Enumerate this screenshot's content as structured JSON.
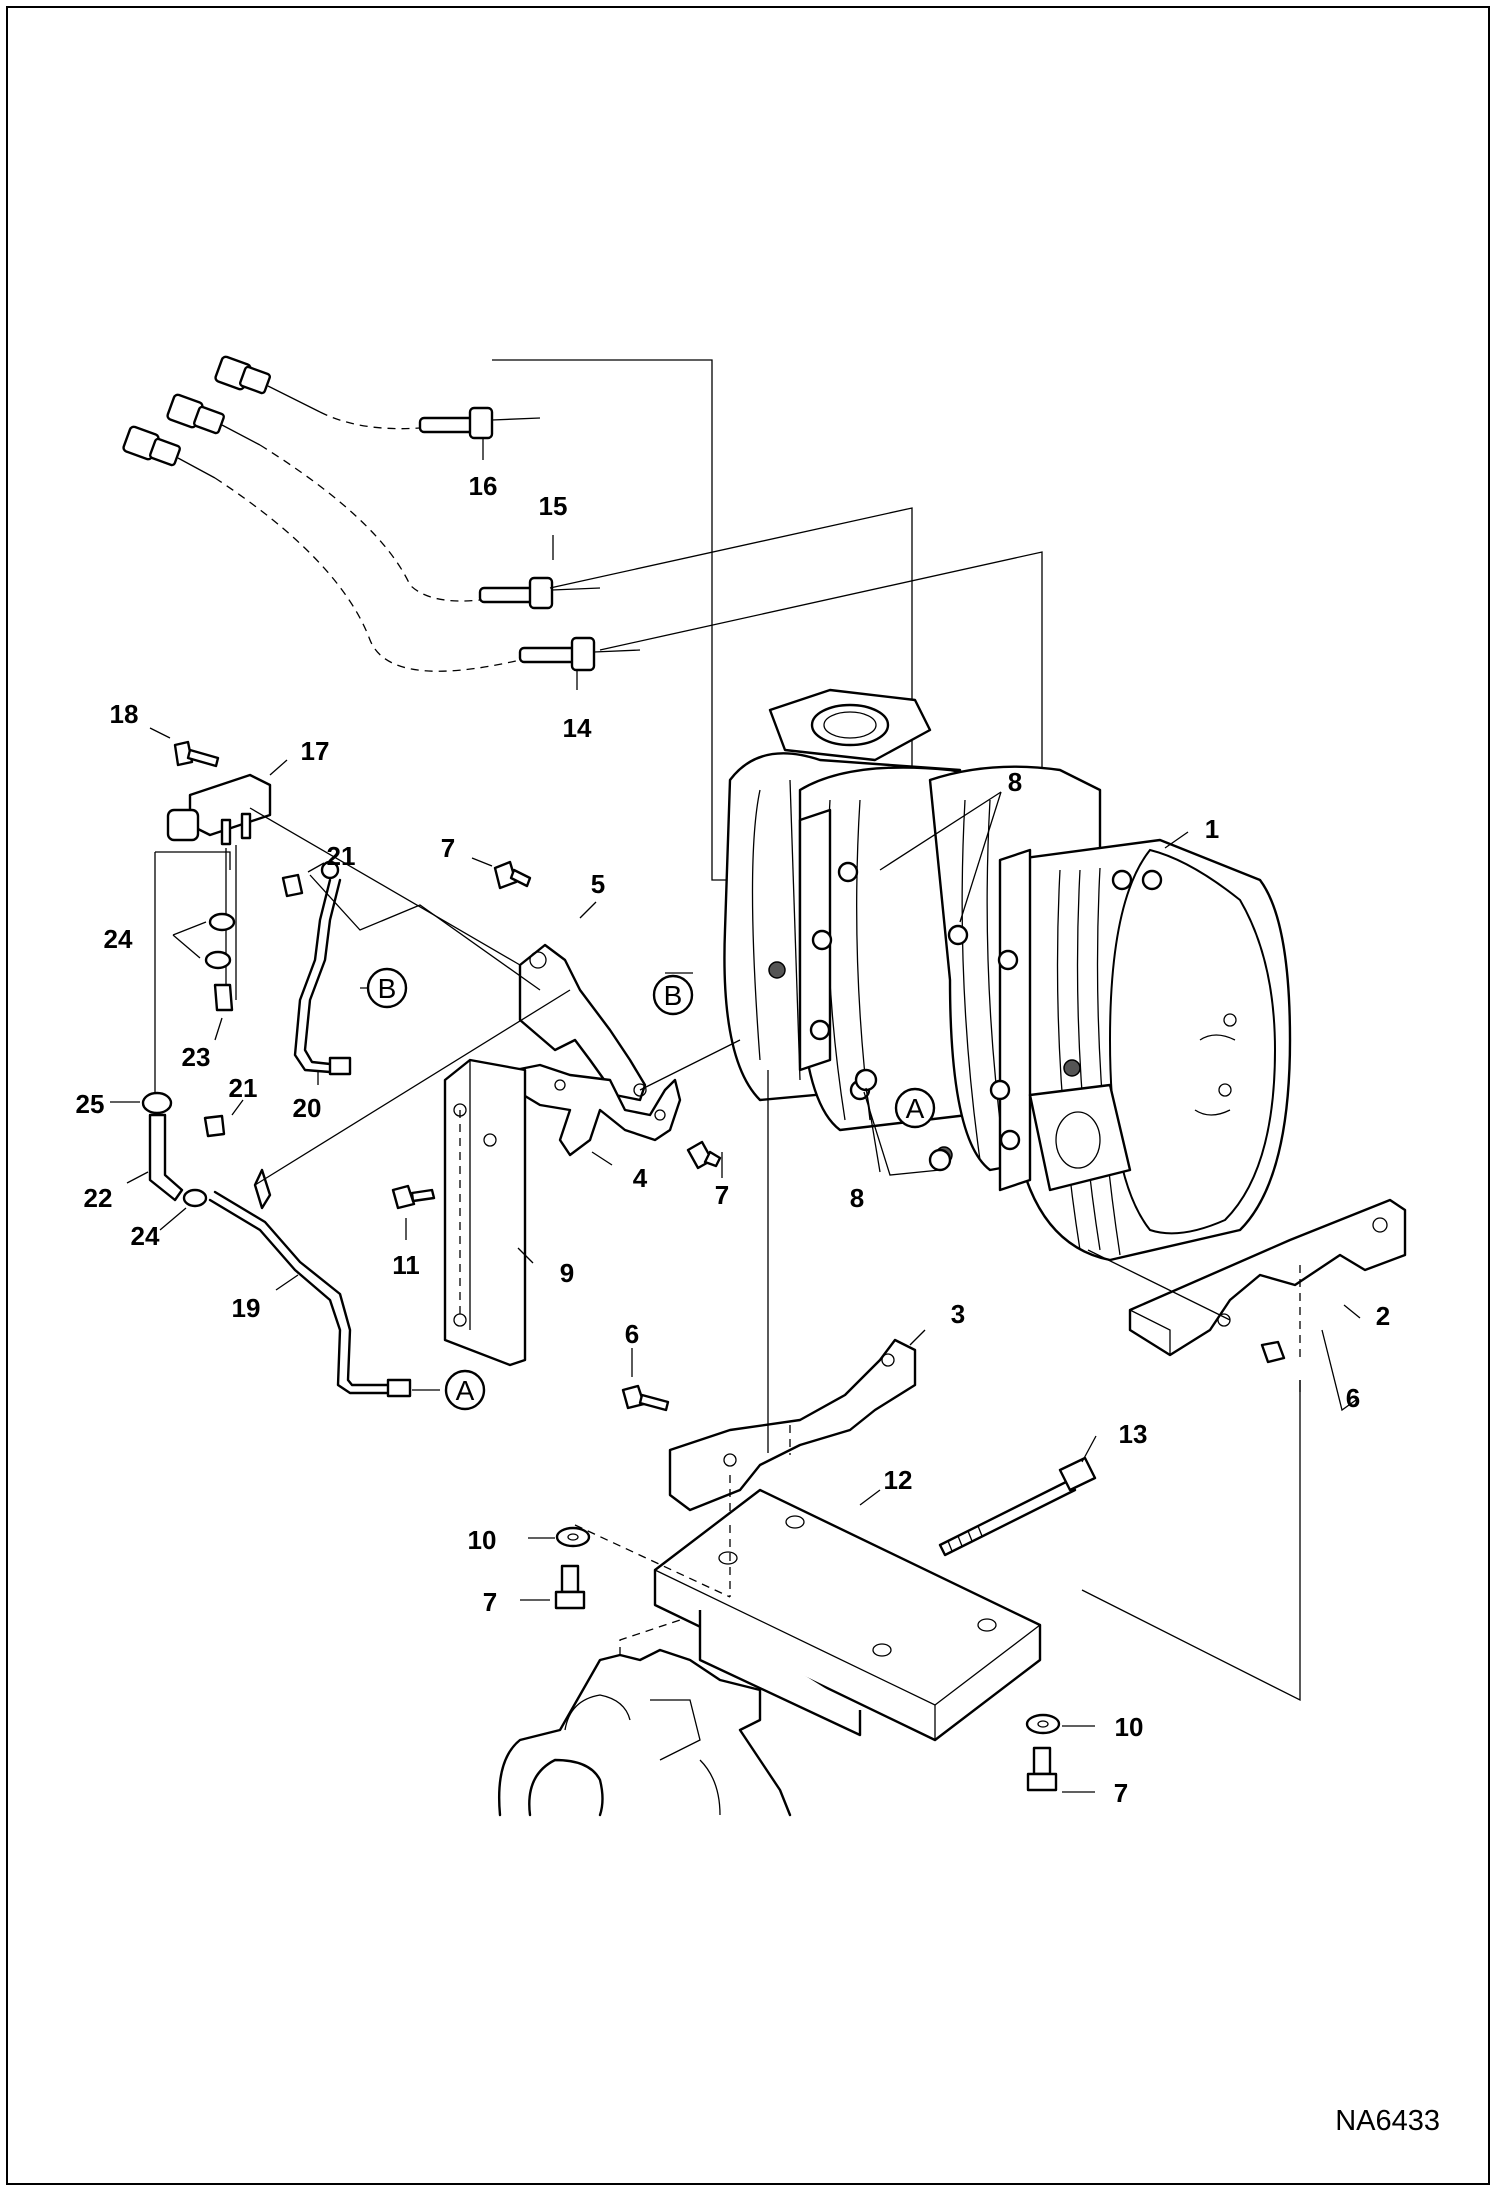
{
  "drawing_ref": "NA6433",
  "callouts": [
    {
      "id": "c1",
      "text": "1"
    },
    {
      "id": "c2",
      "text": "2"
    },
    {
      "id": "c3",
      "text": "3"
    },
    {
      "id": "c4",
      "text": "4"
    },
    {
      "id": "c5",
      "text": "5"
    },
    {
      "id": "c6a",
      "text": "6"
    },
    {
      "id": "c6b",
      "text": "6"
    },
    {
      "id": "c7a",
      "text": "7"
    },
    {
      "id": "c7b",
      "text": "7"
    },
    {
      "id": "c7c",
      "text": "7"
    },
    {
      "id": "c7d",
      "text": "7"
    },
    {
      "id": "c8a",
      "text": "8"
    },
    {
      "id": "c8b",
      "text": "8"
    },
    {
      "id": "c9",
      "text": "9"
    },
    {
      "id": "c10a",
      "text": "10"
    },
    {
      "id": "c10b",
      "text": "10"
    },
    {
      "id": "c11",
      "text": "11"
    },
    {
      "id": "c12",
      "text": "12"
    },
    {
      "id": "c13",
      "text": "13"
    },
    {
      "id": "c14",
      "text": "14"
    },
    {
      "id": "c15",
      "text": "15"
    },
    {
      "id": "c16",
      "text": "16"
    },
    {
      "id": "c17",
      "text": "17"
    },
    {
      "id": "c18",
      "text": "18"
    },
    {
      "id": "c19",
      "text": "19"
    },
    {
      "id": "c20",
      "text": "20"
    },
    {
      "id": "c21a",
      "text": "21"
    },
    {
      "id": "c21b",
      "text": "21"
    },
    {
      "id": "c22",
      "text": "22"
    },
    {
      "id": "c23",
      "text": "23"
    },
    {
      "id": "c24a",
      "text": "24"
    },
    {
      "id": "c24b",
      "text": "24"
    },
    {
      "id": "c25",
      "text": "25"
    }
  ],
  "connectors": [
    {
      "id": "conA1",
      "text": "A"
    },
    {
      "id": "conA2",
      "text": "A"
    },
    {
      "id": "conB1",
      "text": "B"
    },
    {
      "id": "conB2",
      "text": "B"
    }
  ]
}
